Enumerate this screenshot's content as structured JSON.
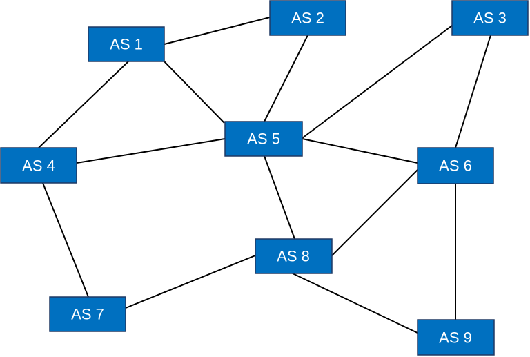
{
  "diagram": {
    "colors": {
      "node_fill": "#0070C0",
      "node_border": "#1F3864",
      "edge": "#000000",
      "label": "#ffffff",
      "background": "#ffffff"
    },
    "nodes": [
      {
        "id": "as1",
        "label": "AS 1"
      },
      {
        "id": "as2",
        "label": "AS 2"
      },
      {
        "id": "as3",
        "label": "AS 3"
      },
      {
        "id": "as4",
        "label": "AS 4"
      },
      {
        "id": "as5",
        "label": "AS 5"
      },
      {
        "id": "as6",
        "label": "AS 6"
      },
      {
        "id": "as7",
        "label": "AS 7"
      },
      {
        "id": "as8",
        "label": "AS 8"
      },
      {
        "id": "as9",
        "label": "AS 9"
      }
    ],
    "edges": [
      {
        "from": "as1",
        "to": "as2"
      },
      {
        "from": "as1",
        "to": "as4"
      },
      {
        "from": "as1",
        "to": "as5"
      },
      {
        "from": "as2",
        "to": "as5"
      },
      {
        "from": "as3",
        "to": "as5"
      },
      {
        "from": "as3",
        "to": "as6"
      },
      {
        "from": "as4",
        "to": "as5"
      },
      {
        "from": "as4",
        "to": "as7"
      },
      {
        "from": "as5",
        "to": "as6"
      },
      {
        "from": "as5",
        "to": "as8"
      },
      {
        "from": "as6",
        "to": "as8"
      },
      {
        "from": "as6",
        "to": "as9"
      },
      {
        "from": "as7",
        "to": "as8"
      },
      {
        "from": "as8",
        "to": "as9"
      }
    ]
  }
}
